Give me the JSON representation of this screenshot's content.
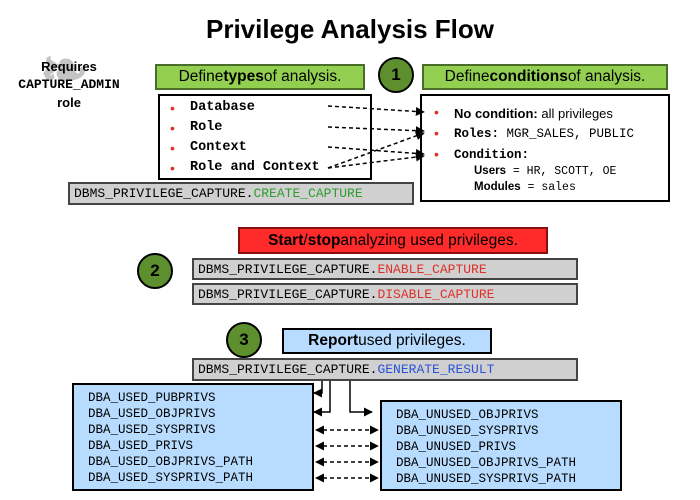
{
  "title": "Privilege Analysis Flow",
  "requires_note": {
    "line1": "Requires",
    "line2": "CAPTURE_ADMIN",
    "line3": "role"
  },
  "step1": {
    "number": "1",
    "types_header": {
      "pre": "Define ",
      "bold": "types",
      "post": " of analysis."
    },
    "conditions_header": {
      "pre": "Define ",
      "bold": "conditions",
      "post": " of analysis."
    },
    "types": [
      "Database",
      "Role",
      "Context",
      "Role and Context"
    ],
    "conditions": {
      "no_condition_label": "No condition:",
      "no_condition_text": " all privileges",
      "roles_label": "Roles:",
      "roles_value": " MGR_SALES, PUBLIC",
      "condition_label": "Condition:",
      "users_label": "Users",
      "users_value": " = HR, SCOTT, OE",
      "modules_label": "Modules",
      "modules_value": " = sales"
    },
    "api": {
      "package": "DBMS_PRIVILEGE_CAPTURE.",
      "proc": "CREATE_CAPTURE"
    }
  },
  "step2": {
    "number": "2",
    "header": {
      "start": "Start",
      "sep": " / ",
      "stop": "stop",
      "rest": " analyzing used privileges."
    },
    "enable": {
      "package": "DBMS_PRIVILEGE_CAPTURE.",
      "proc": "ENABLE_CAPTURE"
    },
    "disable": {
      "package": "DBMS_PRIVILEGE_CAPTURE.",
      "proc": "DISABLE_CAPTURE"
    }
  },
  "step3": {
    "number": "3",
    "header": {
      "bold": "Report",
      "rest": " used privileges."
    },
    "api": {
      "package": "DBMS_PRIVILEGE_CAPTURE.",
      "proc": "GENERATE_RESULT"
    },
    "used_views": [
      "DBA_USED_PUBPRIVS",
      "DBA_USED_OBJPRIVS",
      "DBA_USED_SYSPRIVS",
      "DBA_USED_PRIVS",
      "DBA_USED_OBJPRIVS_PATH",
      "DBA_USED_SYSPRIVS_PATH"
    ],
    "unused_views": [
      "DBA_UNUSED_OBJPRIVS",
      "DBA_UNUSED_SYSPRIVS",
      "DBA_UNUSED_PRIVS",
      "DBA_UNUSED_OBJPRIVS_PATH",
      "DBA_UNUSED_SYSPRIVS_PATH"
    ]
  },
  "colors": {
    "green_header": "#93d051",
    "step_circle": "#5e8f2e",
    "red_header": "#ff2a2a",
    "blue_box": "#b7dcff",
    "api_bar": "#d0d0d0",
    "proc_green": "#2f9c2f",
    "proc_red": "#e0302a",
    "proc_blue": "#2a52d8"
  }
}
